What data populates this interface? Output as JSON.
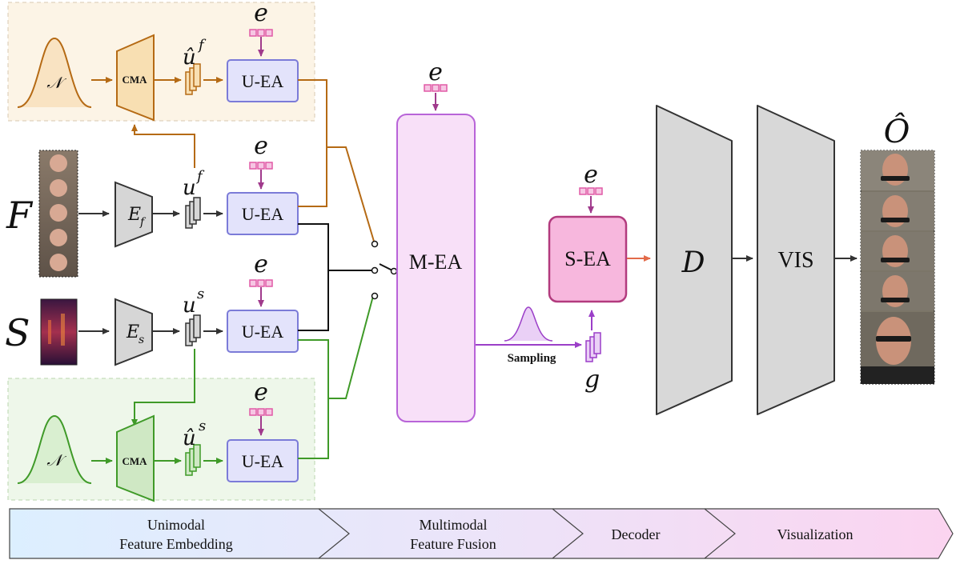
{
  "diagram": {
    "blocks": {
      "uea_label": "U-EA",
      "mea_label": "M-EA",
      "sea_label": "S-EA",
      "cma_label": "CMA",
      "decoder_label": "D",
      "vis_label": "VIS"
    },
    "symbols": {
      "emotion": "e",
      "face_input": "F",
      "speech_input": "S",
      "face_encoder": "E",
      "face_encoder_sub": "f",
      "speech_encoder": "E",
      "speech_encoder_sub": "s",
      "face_feature": "u",
      "face_feature_sup": "f",
      "face_feature_hat": "û",
      "speech_feature": "u",
      "speech_feature_sup": "s",
      "speech_feature_hat": "û",
      "normal": "𝒩",
      "latent": "g",
      "output": "Ô",
      "sampling": "Sampling"
    },
    "pipeline": [
      {
        "line1": "Unimodal",
        "line2": "Feature Embedding"
      },
      {
        "line1": "Multimodal",
        "line2": "Feature Fusion"
      },
      {
        "line1": "Decoder",
        "line2": ""
      },
      {
        "line1": "Visualization",
        "line2": ""
      }
    ],
    "colors": {
      "face_branch": "#b56a14",
      "speech_branch": "#3f9a28",
      "uea_fill": "#e3e3fb",
      "uea_stroke": "#7b7bd8",
      "mea_fill": "#f8e0f8",
      "mea_stroke": "#b864d8",
      "sea_fill": "#f7b7dd",
      "sea_stroke": "#b23b7e",
      "emotion_box": "#e05aa6",
      "decoder_fill": "#d8d8d8",
      "arrow_orange": "#e36b4a"
    }
  }
}
